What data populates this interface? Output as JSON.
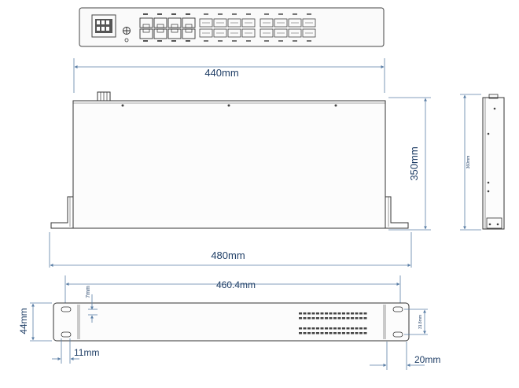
{
  "dimensions": {
    "top_width": "440mm",
    "depth": "350mm",
    "side_depth": "360mm",
    "overall_width": "480mm",
    "hole_span": "460.4mm",
    "height": "44mm",
    "ear_offset": "7mm",
    "ear_width": "11mm",
    "ear_hole_height": "31.8mm",
    "ear_depth": "20mm"
  },
  "colors": {
    "dimension_line": "#5b7fa6",
    "dimension_text": "#1f3e66",
    "outline": "#333333"
  }
}
